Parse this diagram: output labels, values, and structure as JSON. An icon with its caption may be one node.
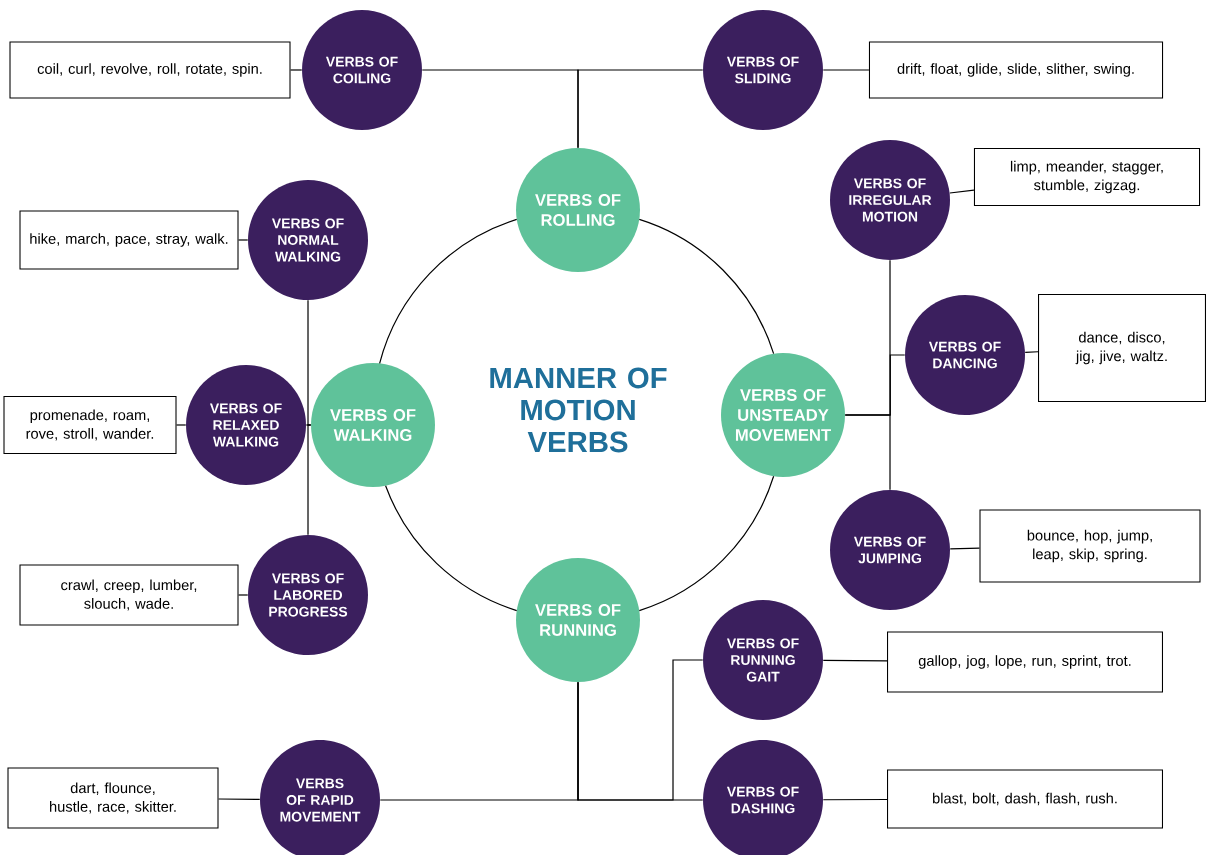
{
  "diagram": {
    "title": "MANNER OF MOTION VERBS",
    "nodes": [
      {
        "text": [
          "VERBS OF COILING"
        ]
      },
      {
        "text": [
          "coil, curl, revolve, roll, rotate, spin."
        ]
      },
      {
        "text": [
          "VERBS OF SLIDING"
        ]
      },
      {
        "text": [
          "drift, float, glide, slide, slither, swing."
        ]
      },
      {
        "text": [
          "VERBS OF ROLLING"
        ]
      },
      {
        "text": [
          "VERBS OF NORMAL WALKING"
        ]
      },
      {
        "text": [
          "hike, march, pace, stray, walk."
        ]
      },
      {
        "text": [
          "VERBS OF IRREGULAR MOTION"
        ]
      },
      {
        "text": [
          "limp, meander, stagger, stumble, zigzag."
        ]
      },
      {
        "text": [
          "VERBS OF WALKING"
        ]
      },
      {
        "text": [
          "VERBS OF RELAXED WALKING"
        ]
      },
      {
        "text": [
          "promenade, roam, rove, stroll, wander."
        ]
      },
      {
        "text": [
          "VERBS OF UNSTEADY MOVEMENT"
        ]
      },
      {
        "text": [
          "VERBS OF DANCING"
        ]
      },
      {
        "text": [
          "dance, disco, jig, jive, waltz."
        ]
      },
      {
        "text": [
          "VERBS OF JUMPING"
        ]
      },
      {
        "text": [
          "bounce, hop, jump, leap, skip, spring."
        ]
      },
      {
        "text": [
          "VERBS OF LABORED PROGRESS"
        ]
      },
      {
        "text": [
          "crawl, creep, lumber, slouch, wade."
        ]
      },
      {
        "text": [
          "VERBS OF RUNNING"
        ]
      },
      {
        "text": [
          "VERBS OF RUNNING GAIT"
        ]
      },
      {
        "text": [
          "gallop, jog, lope, run, sprint, trot."
        ]
      },
      {
        "text": [
          "VERBS OF DASHING"
        ]
      },
      {
        "text": [
          "blast, bolt, dash, flash, rush."
        ]
      },
      {
        "text": [
          "VERBS OF RAPID MOVEMENT"
        ]
      },
      {
        "text": [
          "dart, flounce, hustle, race, skitter."
        ]
      }
    ],
    "edges": [
      {
        "from": 4,
        "to": 0,
        "arrow": "none"
      },
      {
        "from": 4,
        "to": 2,
        "arrow": "none"
      },
      {
        "from": 0,
        "to": 1,
        "arrow": "none"
      },
      {
        "from": 2,
        "to": 3,
        "arrow": "none"
      },
      {
        "from": 4,
        "to": 9,
        "arrow": "none"
      },
      {
        "from": 4,
        "to": 12,
        "arrow": "none"
      },
      {
        "from": 9,
        "to": 19,
        "arrow": "none"
      },
      {
        "from": 12,
        "to": 19,
        "arrow": "none"
      },
      {
        "from": 9,
        "to": 5,
        "arrow": "none"
      },
      {
        "from": 9,
        "to": 10,
        "arrow": "none"
      },
      {
        "from": 9,
        "to": 17,
        "arrow": "none"
      },
      {
        "from": 5,
        "to": 6,
        "arrow": "none"
      },
      {
        "from": 10,
        "to": 11,
        "arrow": "none"
      },
      {
        "from": 17,
        "to": 18,
        "arrow": "none"
      },
      {
        "from": 12,
        "to": 7,
        "arrow": "none"
      },
      {
        "from": 12,
        "to": 13,
        "arrow": "none"
      },
      {
        "from": 12,
        "to": 15,
        "arrow": "none"
      },
      {
        "from": 7,
        "to": 8,
        "arrow": "none"
      },
      {
        "from": 13,
        "to": 14,
        "arrow": "none"
      },
      {
        "from": 15,
        "to": 16,
        "arrow": "none"
      },
      {
        "from": 19,
        "to": 24,
        "arrow": "none"
      },
      {
        "from": 19,
        "to": 20,
        "arrow": "none"
      },
      {
        "from": 19,
        "to": 22,
        "arrow": "none"
      },
      {
        "from": 20,
        "to": 21,
        "arrow": "none"
      },
      {
        "from": 22,
        "to": 23,
        "arrow": "none"
      },
      {
        "from": 24,
        "to": 25,
        "arrow": "none"
      }
    ]
  }
}
